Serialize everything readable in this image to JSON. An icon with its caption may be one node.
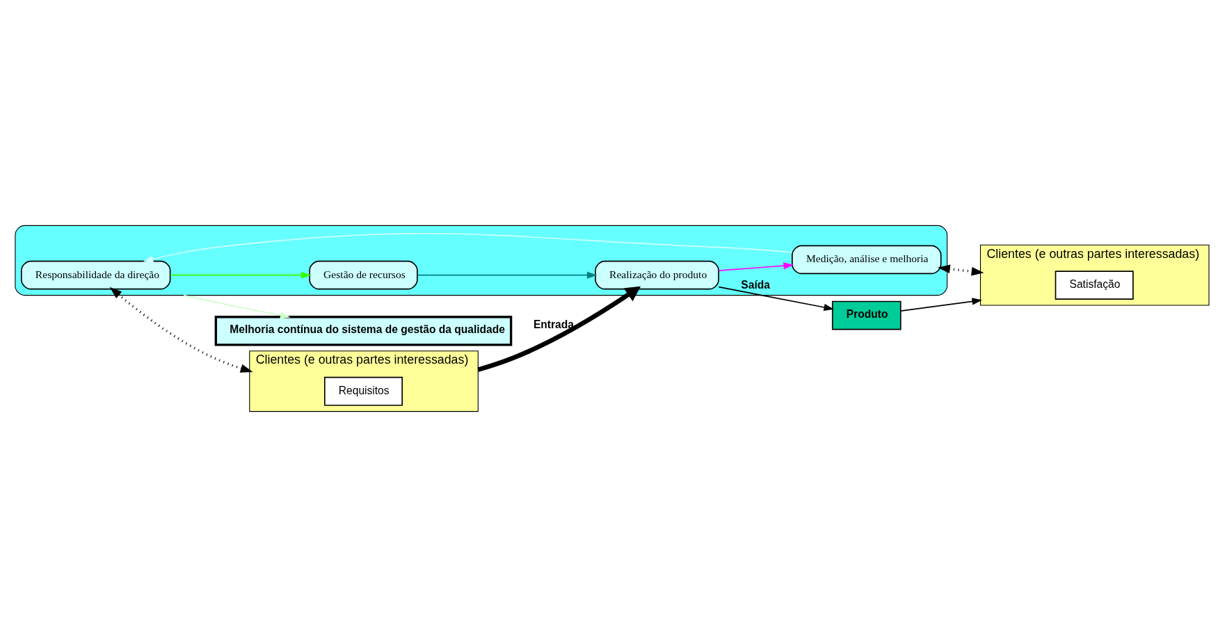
{
  "diagram": {
    "nodes": [
      {
        "text": [
          "Melhoria contínua do sistema de gestão da qualidade"
        ]
      },
      {
        "text": [
          "Clientes (e outras partes interessadas)"
        ]
      },
      {
        "text": [
          "Requisitos"
        ],
        "in": 1
      },
      {
        "text": [],
        "shape": "ellipse"
      },
      {
        "text": [
          "Responsabilidade da direção"
        ],
        "in": 3
      },
      {
        "text": [
          "Gestão de recursos"
        ],
        "in": 3
      },
      {
        "text": [
          "Medição, análise e melhoria"
        ],
        "in": 3
      },
      {
        "text": [
          "Realização do produto"
        ],
        "in": 3
      },
      {
        "text": [
          "Produto"
        ]
      },
      {
        "text": [
          "Clientes (e outras partes interessadas)"
        ]
      },
      {
        "text": [
          "Satisfação"
        ],
        "in": 9
      }
    ],
    "edges": [
      {
        "from": 4,
        "to": 1,
        "arrow": "both",
        "style": "dashed"
      },
      {
        "from": 4,
        "to": 5,
        "arrow": "to",
        "color": "#33ff00"
      },
      {
        "from": 5,
        "to": 7,
        "arrow": "to",
        "color": "#008080"
      },
      {
        "from": 7,
        "to": 6,
        "arrow": "to",
        "color": "#ff00ff"
      },
      {
        "from": 6,
        "to": 4,
        "arrow": "to",
        "color": "#ccffff"
      },
      {
        "from": 1,
        "to": 7,
        "arrow": "to",
        "label": "Entrada",
        "style": "thick"
      },
      {
        "from": 7,
        "to": 8,
        "arrow": "to",
        "label": "Saída"
      },
      {
        "from": 8,
        "to": 9,
        "arrow": "to"
      },
      {
        "from": 6,
        "to": 9,
        "arrow": "both",
        "style": "dashed"
      },
      {
        "from": 3,
        "to": 0,
        "arrow": "to",
        "color": "#ccffcc"
      }
    ]
  }
}
